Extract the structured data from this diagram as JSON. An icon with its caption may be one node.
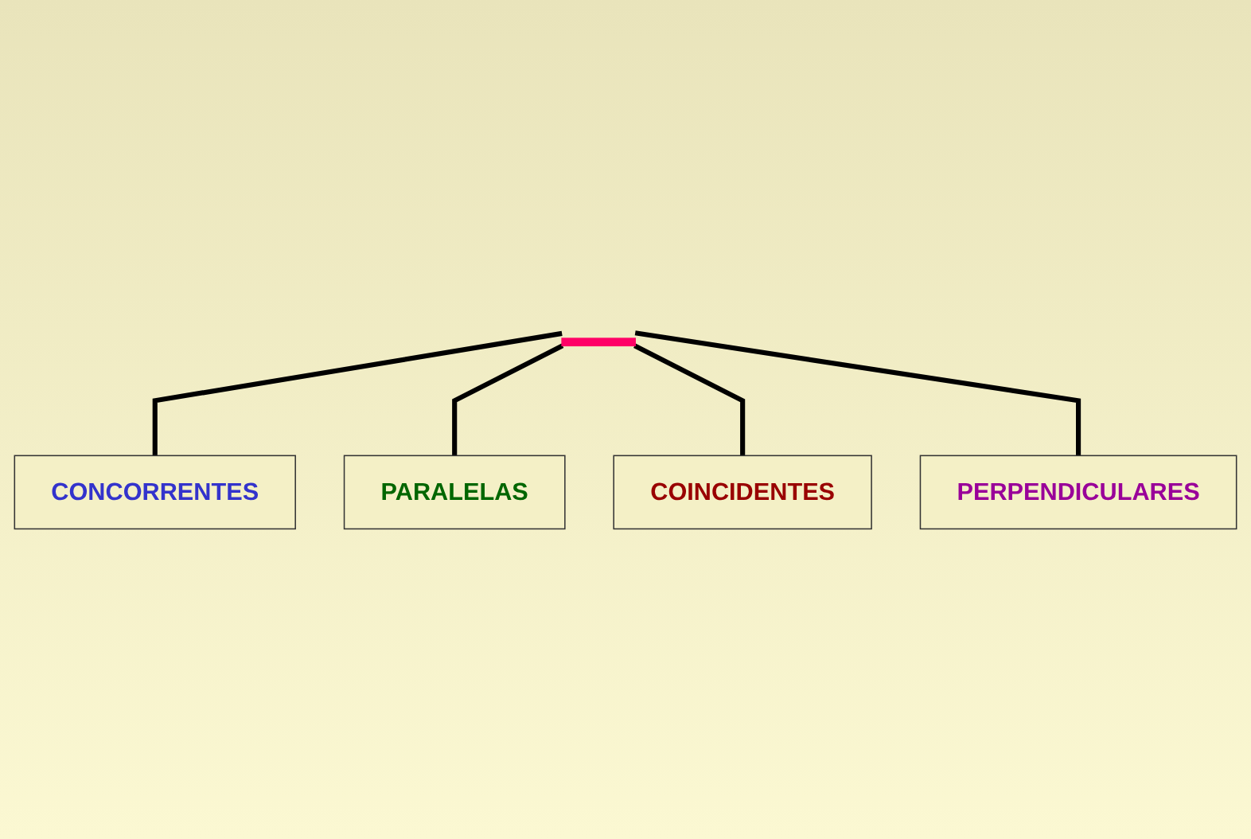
{
  "diagram": {
    "nodes": [
      {
        "text": [],
        "shape": "bar"
      },
      {
        "text": [
          "CONCORRENTES"
        ]
      },
      {
        "text": [
          "PARALELAS"
        ]
      },
      {
        "text": [
          "COINCIDENTES"
        ]
      },
      {
        "text": [
          "PERPENDICULARES"
        ]
      }
    ],
    "edges": [
      {
        "from": 0,
        "to": 1,
        "arrow": "none"
      },
      {
        "from": 0,
        "to": 2,
        "arrow": "none"
      },
      {
        "from": 0,
        "to": 3,
        "arrow": "none"
      },
      {
        "from": 0,
        "to": 4,
        "arrow": "none"
      }
    ]
  }
}
